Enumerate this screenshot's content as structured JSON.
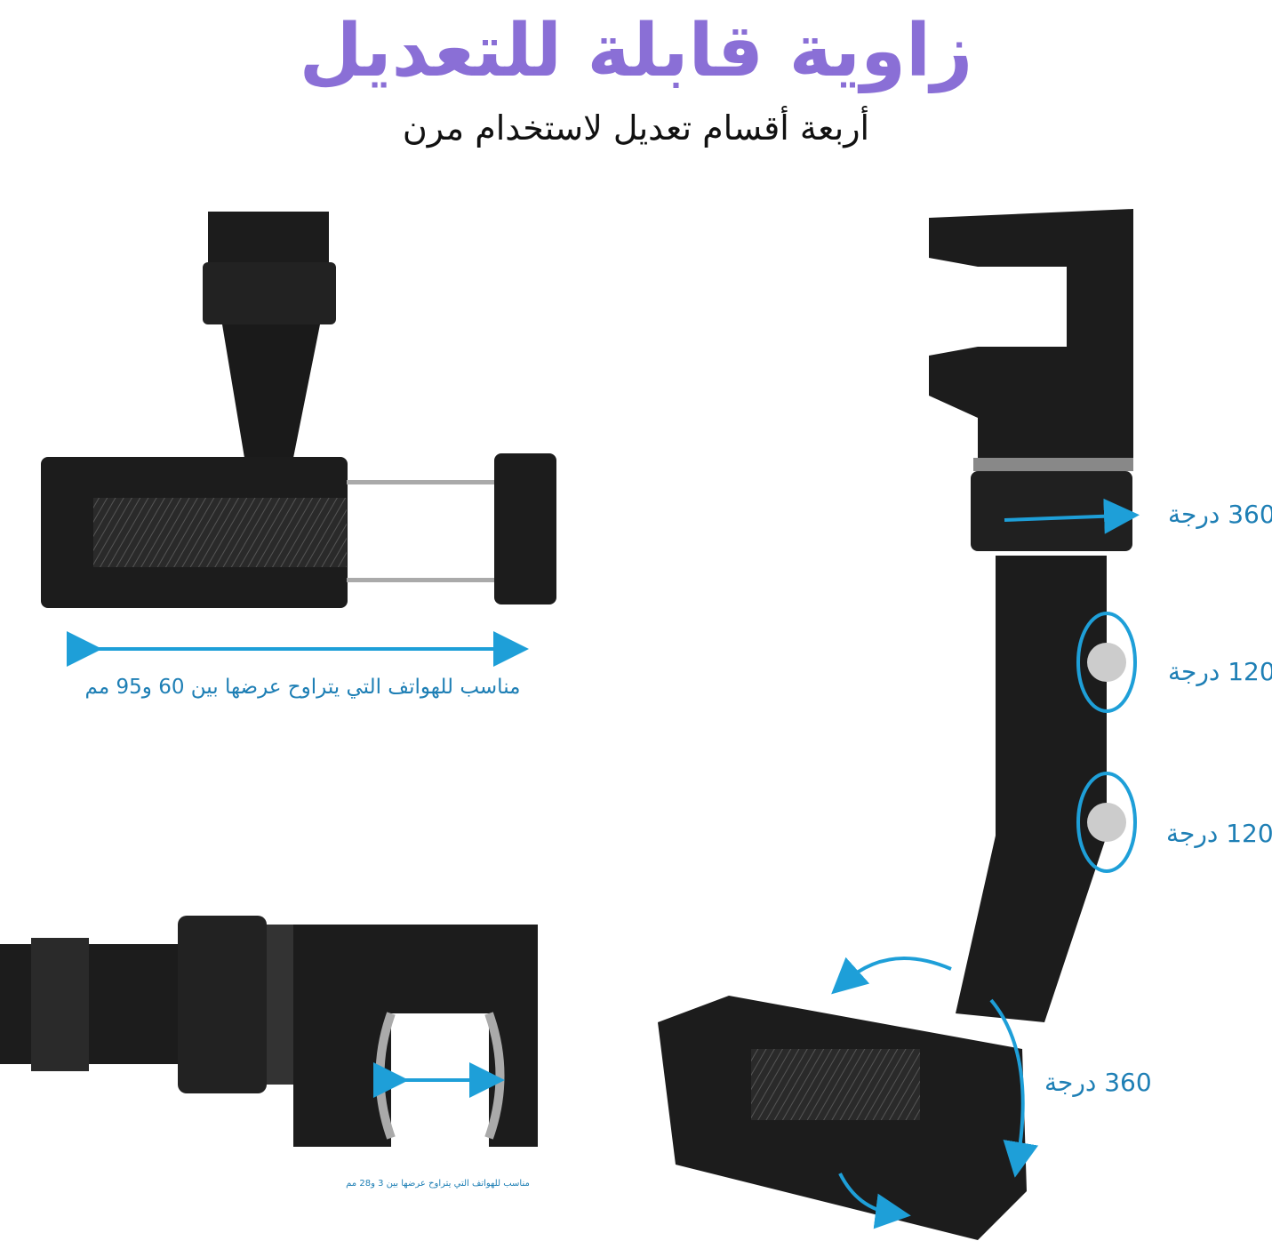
{
  "title": "زاوية قابلة للتعديل",
  "subtitle": "أربعة أقسام تعديل لاستخدام مرن",
  "captions": {
    "phone_width": "مناسب للهواتف التي يتراوح عرضها بين 60 و95 مم",
    "clamp_width": "مناسب للهواتف التي يتراوح عرضها بين 3 و28 مم"
  },
  "rotation_labels": [
    "360 درجة",
    "120 درجة",
    "120 درجة",
    "360 درجة"
  ],
  "colors": {
    "title": "#8a6fd6",
    "accent": "#1e9fd8",
    "product": "#1c1c1c"
  }
}
